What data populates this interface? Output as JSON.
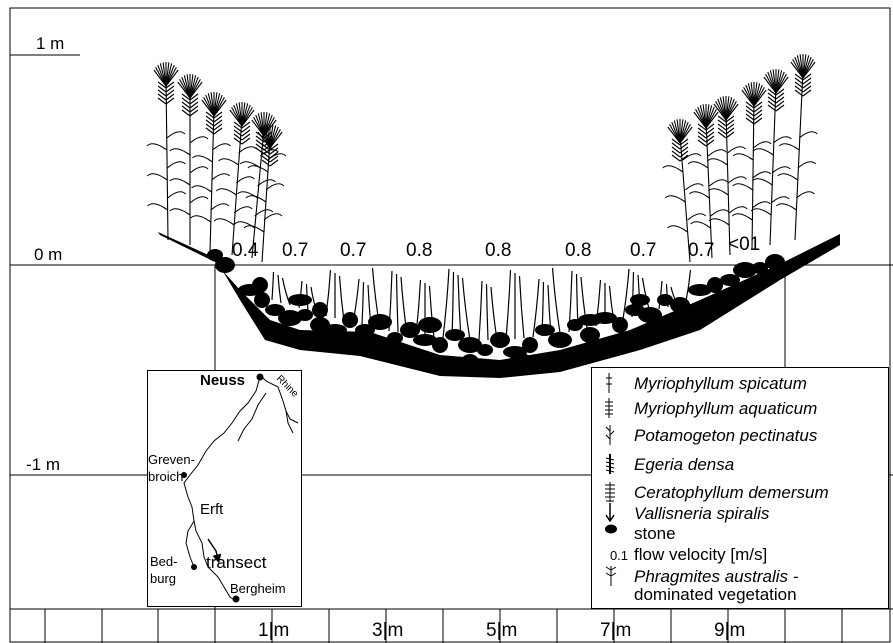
{
  "y_labels": {
    "top": "1 m",
    "zero": "0 m",
    "neg": "-1 m"
  },
  "velocities": [
    "0.4",
    "0.7",
    "0.7",
    "0.8",
    "0.8",
    "0.8",
    "0.7",
    "0.7",
    "<01"
  ],
  "x_labels": [
    "1|m",
    "3|m",
    "5|m",
    "7|m",
    "9|m"
  ],
  "map": {
    "neuss": "Neuss",
    "rhine": "Rhine",
    "grevenbroich": "Greven-\nbroich",
    "erft": "Erft",
    "transect": "transect",
    "bedburg": "Bed-\nburg",
    "bergheim": "Bergheim"
  },
  "legend": [
    {
      "icon": "myriophyllum-spicatum-icon",
      "text": "Myriophyllum spicatum",
      "italic": true
    },
    {
      "icon": "myriophyllum-aquaticum-icon",
      "text": "Myriophyllum aquaticum",
      "italic": true
    },
    {
      "icon": "potamogeton-icon",
      "text": "Potamogeton pectinatus",
      "italic": true
    },
    {
      "icon": "egeria-icon",
      "text": "Egeria densa",
      "italic": true
    },
    {
      "icon": "ceratophyllum-icon",
      "text": "Ceratophyllum demersum",
      "italic": true
    },
    {
      "icon": "vallisneria-icon",
      "text": "Vallisneria spiralis",
      "italic": true
    },
    {
      "icon": "stone-icon",
      "text": "stone",
      "italic": false
    },
    {
      "icon": "flow-velocity-icon",
      "symbol": "0.1",
      "text": "flow velocity [m/s]",
      "italic": false
    },
    {
      "icon": "phragmites-icon",
      "text": "Phragmites australis -",
      "italic": true
    },
    {
      "icon": "",
      "text": "dominated vegetation",
      "italic": false
    }
  ]
}
